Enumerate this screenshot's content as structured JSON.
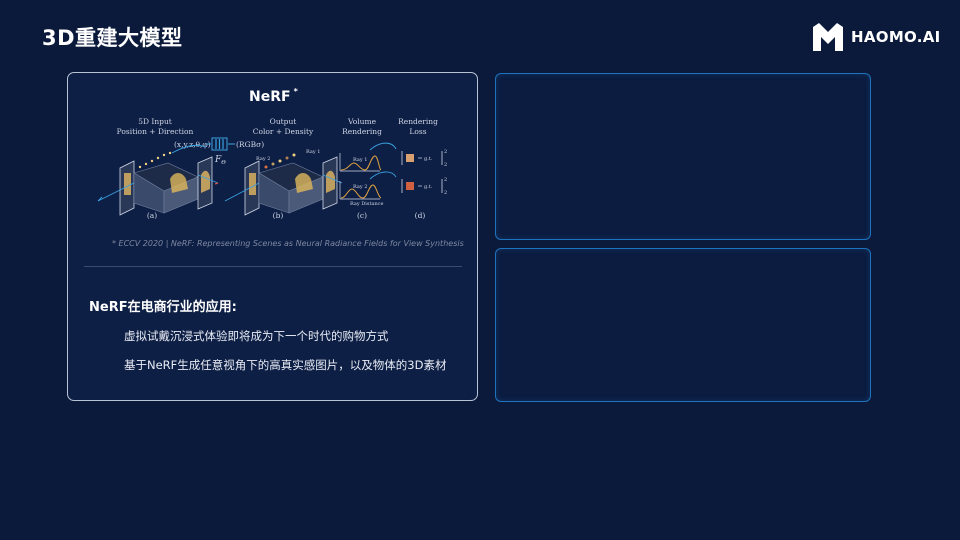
{
  "slide": {
    "title": "3D重建大模型"
  },
  "logo": {
    "text": "HAOMO.AI",
    "icon": "haomo-logo-icon"
  },
  "nerf_panel": {
    "title": "NeRF",
    "title_mark": "*",
    "figure": {
      "col_a_label": "(a)",
      "col_b_label": "(b)",
      "col_c_label": "(c)",
      "col_d_label": "(d)",
      "input_header_1": "5D Input",
      "input_header_2": "Position + Direction",
      "output_header_1": "Output",
      "output_header_2": "Color + Density",
      "volume_header_1": "Volume",
      "volume_header_2": "Rendering",
      "loss_header_1": "Rendering",
      "loss_header_2": "Loss",
      "input_formula": "(x,y,z,θ,φ)",
      "output_formula": "(RGBσ)",
      "network_label": "F",
      "network_subscript": "Θ",
      "ray1": "Ray 1",
      "ray2": "Ray 2",
      "ray_distance": "Ray Distance",
      "gt": "g.t.",
      "norm_exp": "2",
      "norm_sub": "2"
    },
    "citation": "* ECCV 2020 | NeRF: Representing Scenes as Neural Radiance Fields for View Synthesis",
    "section_title": "NeRF在电商行业的应用:",
    "bullets": [
      "虚拟试戴沉浸式体验即将成为下一个时代的购物方式",
      "基于NeRF生成任意视角下的高真实感图片，以及物体的3D素材"
    ]
  },
  "colors": {
    "background": "#0b1a3b",
    "left_panel_border": "#b9c3d6",
    "right_panel_border": "#1d73bd"
  }
}
